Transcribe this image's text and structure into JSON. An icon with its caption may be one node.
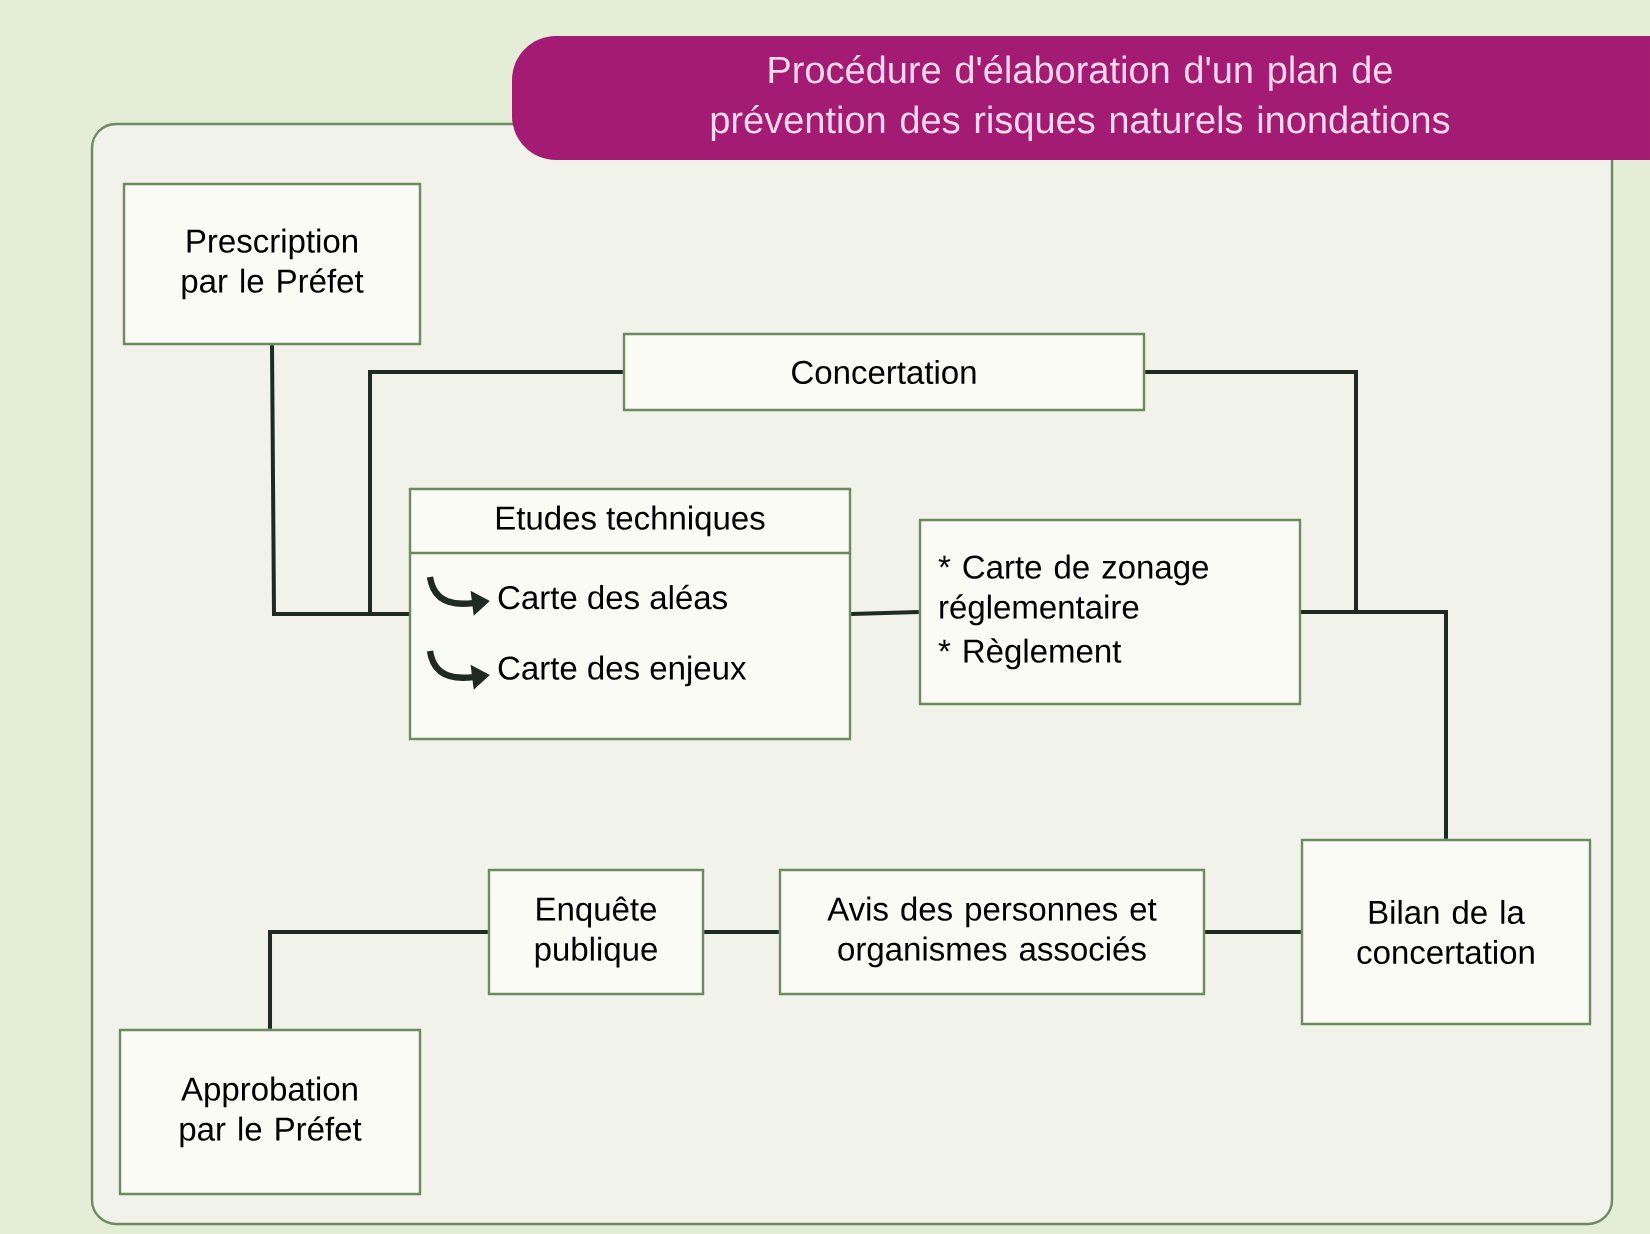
{
  "diagram": {
    "title": "Procédure d'élaboration d'un plan de prévention des risques naturels inondations",
    "nodes": [
      {
        "text": [
          "Prescription par le Préfet"
        ]
      },
      {
        "text": [
          "Concertation"
        ]
      },
      {
        "text": [
          "Etudes techniques",
          "Carte des aléas",
          "Carte des enjeux"
        ]
      },
      {
        "text": [
          "* Carte de zonage réglementaire",
          "* Règlement"
        ]
      },
      {
        "text": [
          "Bilan de la concertation"
        ]
      },
      {
        "text": [
          "Avis des personnes et organismes associés"
        ]
      },
      {
        "text": [
          "Enquête publique"
        ]
      },
      {
        "text": [
          "Approbation par le Préfet"
        ]
      }
    ],
    "edges": [
      {
        "from": 0,
        "to": 2,
        "arrow": "none"
      },
      {
        "from": 2,
        "to": 1,
        "arrow": "none"
      },
      {
        "from": 1,
        "to": 3,
        "arrow": "none"
      },
      {
        "from": 2,
        "to": 3,
        "arrow": "none"
      },
      {
        "from": 3,
        "to": 4,
        "arrow": "none"
      },
      {
        "from": 4,
        "to": 5,
        "arrow": "none"
      },
      {
        "from": 5,
        "to": 6,
        "arrow": "none"
      },
      {
        "from": 6,
        "to": 7,
        "arrow": "none"
      }
    ]
  }
}
